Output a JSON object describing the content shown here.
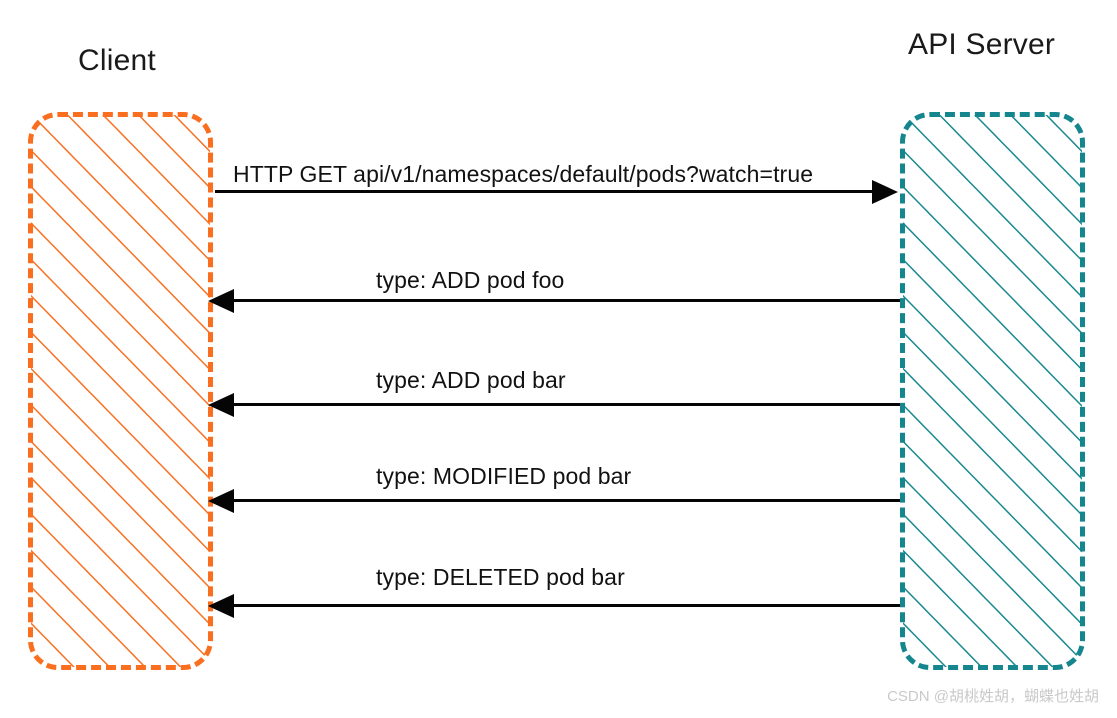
{
  "diagram": {
    "type": "sequence-diagram",
    "background": "#ffffff",
    "lifelines": [
      {
        "id": "client",
        "title": "Client",
        "color": "#f96e1f",
        "style": "dashed-rounded-hatched"
      },
      {
        "id": "api-server",
        "title": "API Server",
        "color": "#16868e",
        "style": "dashed-rounded-hatched"
      }
    ],
    "messages": [
      {
        "label": "HTTP GET api/v1/namespaces/default/pods?watch=true",
        "direction": "right",
        "from": "client",
        "to": "api-server"
      },
      {
        "label": "type: ADD pod foo",
        "direction": "left",
        "from": "api-server",
        "to": "client"
      },
      {
        "label": "type: ADD pod bar",
        "direction": "left",
        "from": "api-server",
        "to": "client"
      },
      {
        "label": "type: MODIFIED pod bar",
        "direction": "left",
        "from": "api-server",
        "to": "client"
      },
      {
        "label": "type: DELETED pod bar",
        "direction": "left",
        "from": "api-server",
        "to": "client"
      }
    ],
    "watermark": "CSDN @胡桃姓胡，蝴蝶也姓胡"
  }
}
